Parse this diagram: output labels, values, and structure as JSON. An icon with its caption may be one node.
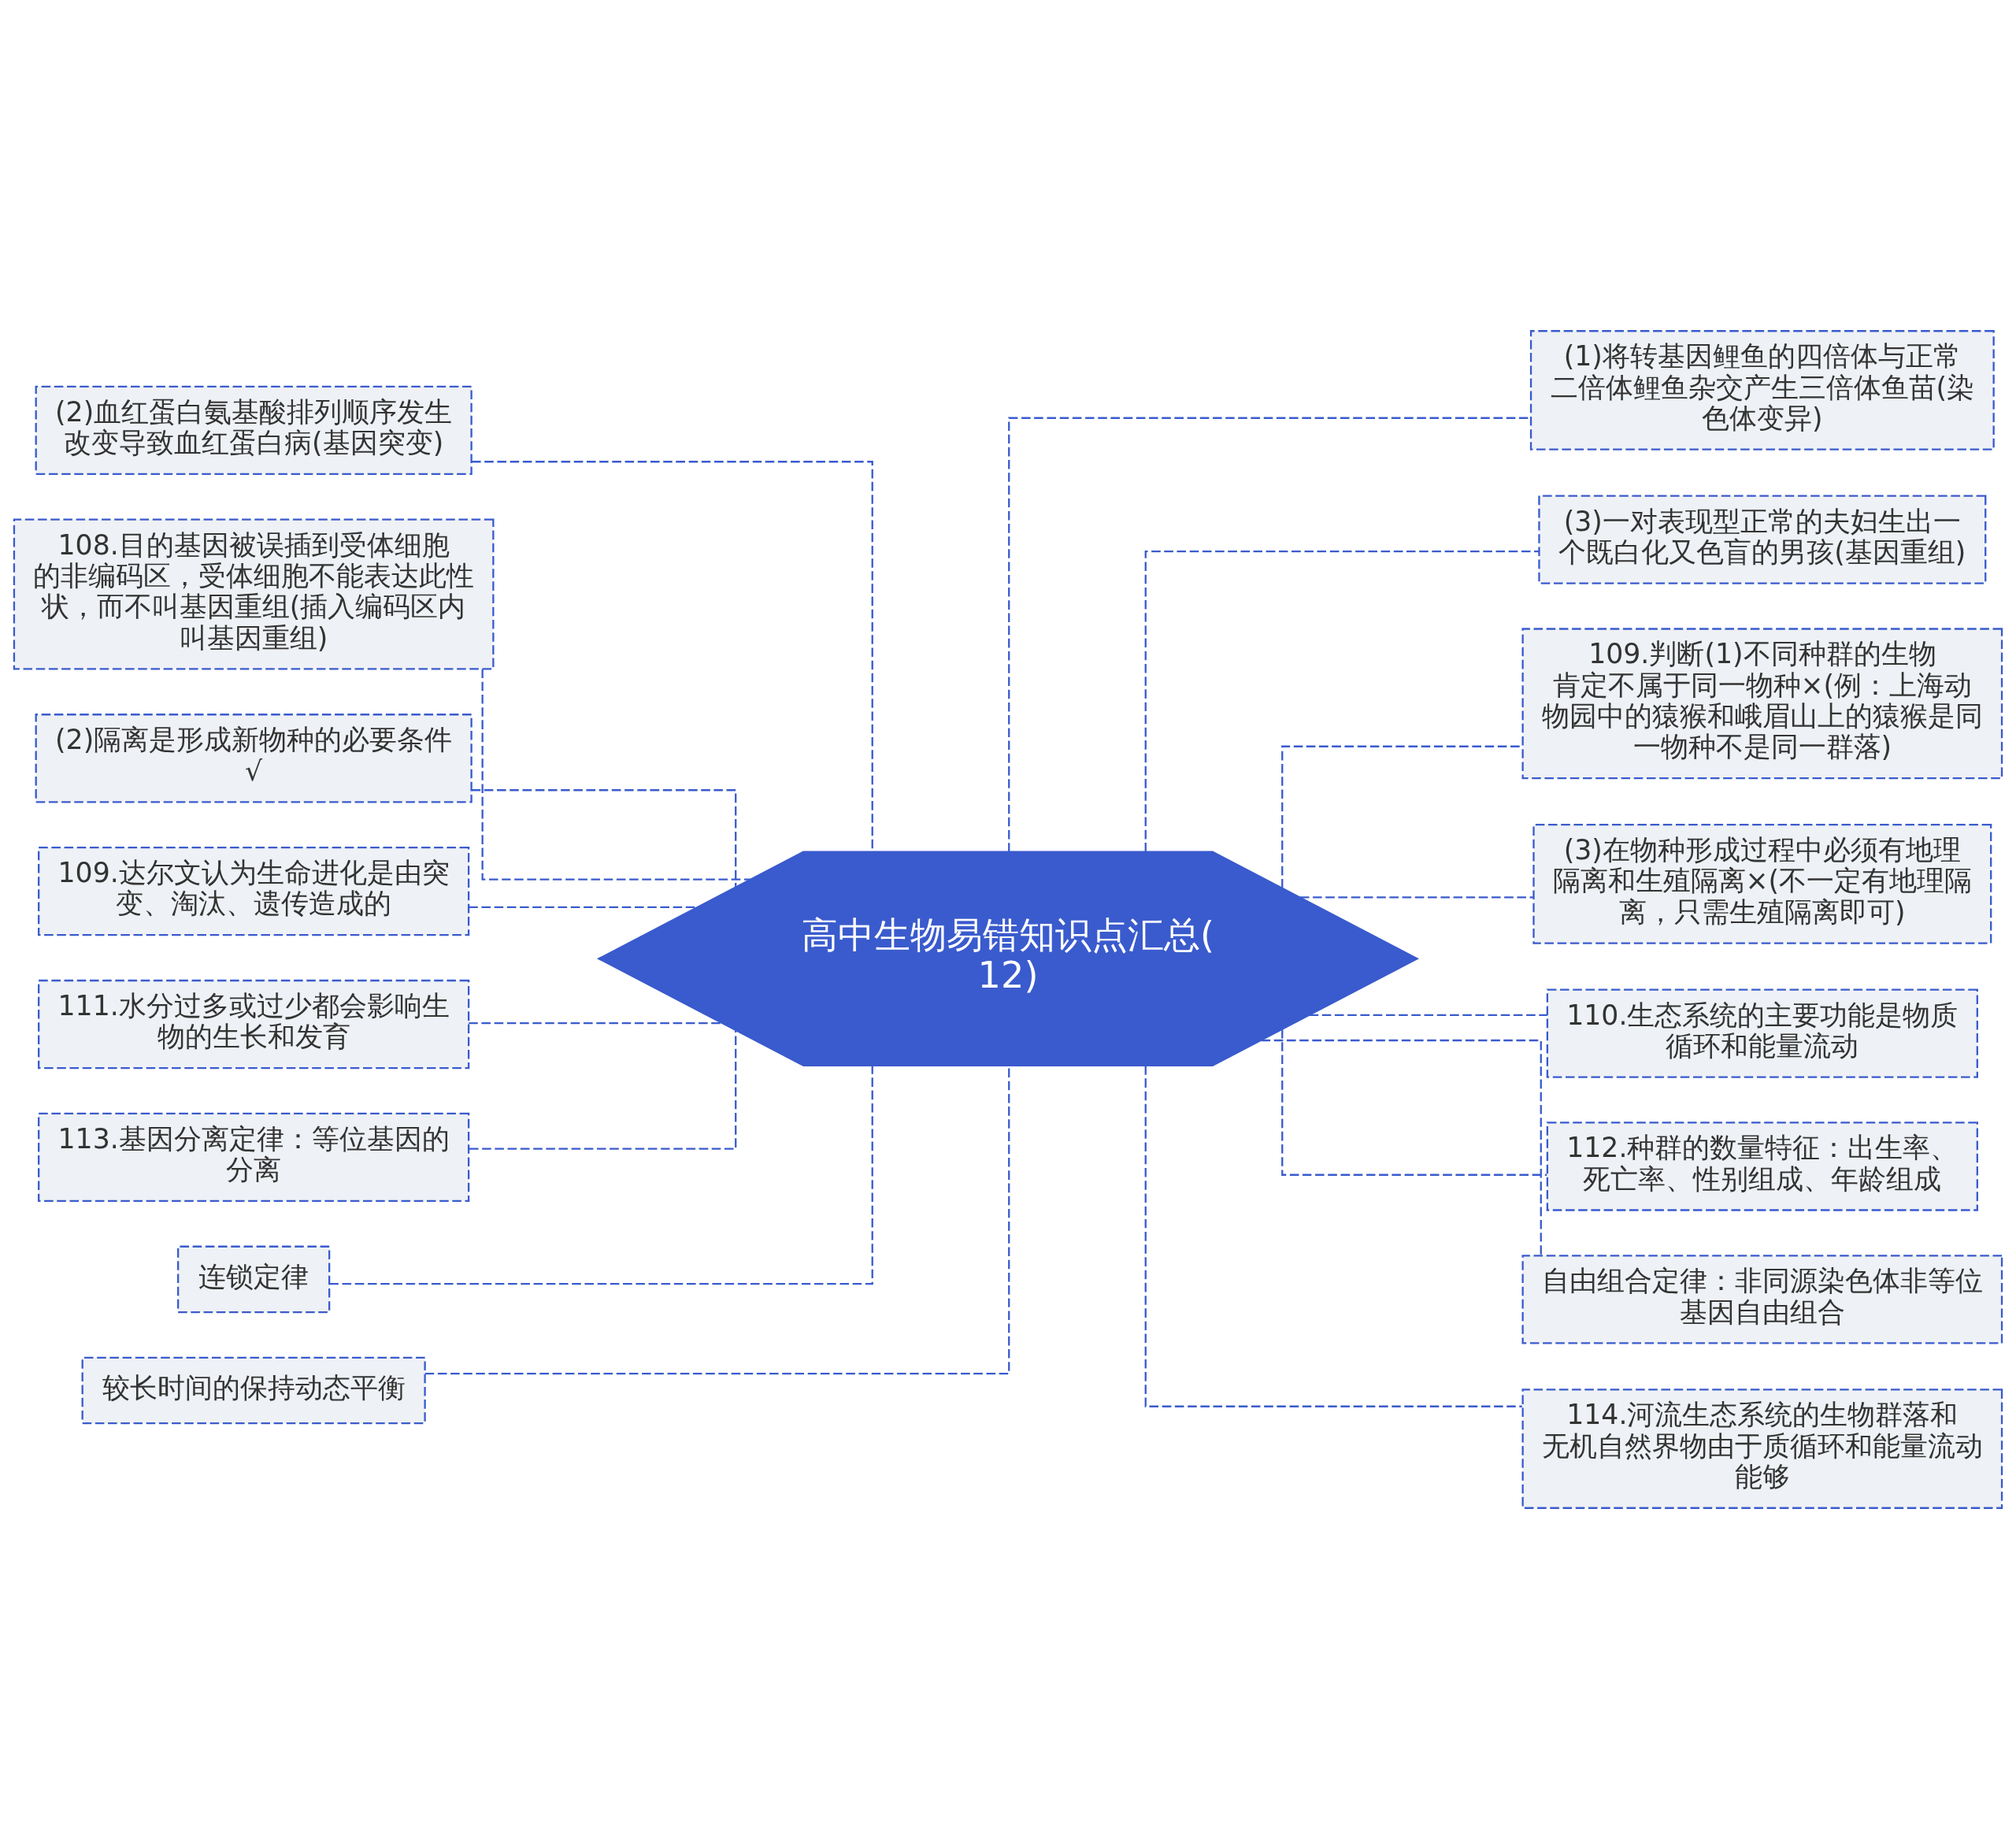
{
  "diagram": {
    "nodes": [
      {
        "text": [
          "高中生物易错知识点汇总(12)"
        ]
      },
      {
        "text": [
          "(2)血红蛋白氨基酸排列顺序发生改变导致血红蛋白病(基因突变)"
        ]
      },
      {
        "text": [
          "108.目的基因被误插到受体细胞的非编码区，受体细胞不能表达此性状，而不叫基因重组(插入编码区内叫基因重组)"
        ]
      },
      {
        "text": [
          "(2)隔离是形成新物种的必要条件√"
        ]
      },
      {
        "text": [
          "109.达尔文认为生命进化是由突变、淘汰、遗传造成的"
        ]
      },
      {
        "text": [
          "111.水分过多或过少都会影响生物的生长和发育"
        ]
      },
      {
        "text": [
          "113.基因分离定律：等位基因的分离"
        ]
      },
      {
        "text": [
          "连锁定律"
        ]
      },
      {
        "text": [
          "较长时间的保持动态平衡"
        ]
      },
      {
        "text": [
          "(1)将转基因鲤鱼的四倍体与正常二倍体鲤鱼杂交产生三倍体鱼苗(染色体变异)"
        ]
      },
      {
        "text": [
          "(3)一对表现型正常的夫妇生出一个既白化又色盲的男孩(基因重组)"
        ]
      },
      {
        "text": [
          "109.判断(1)不同种群的生物肯定不属于同一物种×(例：上海动物园中的猿猴和峨眉山上的猿猴是同一物种不是同一群落)"
        ]
      },
      {
        "text": [
          "(3)在物种形成过程中必须有地理隔离和生殖隔离×(不一定有地理隔离，只需生殖隔离即可)"
        ]
      },
      {
        "text": [
          "110.生态系统的主要功能是物质循环和能量流动"
        ]
      },
      {
        "text": [
          "112.种群的数量特征：出生率、死亡率、性别组成、年龄组成"
        ]
      },
      {
        "text": [
          "自由组合定律：非同源染色体非等位基因自由组合"
        ]
      },
      {
        "text": [
          "114.河流生态系统的生物群落和无机自然界物由于质循环和能量流动能够"
        ]
      }
    ],
    "edges": [
      {
        "from": 1,
        "to": 0,
        "arrow": "none",
        "style": "dashed"
      },
      {
        "from": 2,
        "to": 0,
        "arrow": "none",
        "style": "dashed"
      },
      {
        "from": 3,
        "to": 0,
        "arrow": "none",
        "style": "dashed"
      },
      {
        "from": 4,
        "to": 0,
        "arrow": "none",
        "style": "dashed"
      },
      {
        "from": 5,
        "to": 0,
        "arrow": "none",
        "style": "dashed"
      },
      {
        "from": 6,
        "to": 0,
        "arrow": "none",
        "style": "dashed"
      },
      {
        "from": 7,
        "to": 0,
        "arrow": "none",
        "style": "dashed"
      },
      {
        "from": 8,
        "to": 0,
        "arrow": "none",
        "style": "dashed"
      },
      {
        "from": 0,
        "to": 9,
        "arrow": "none",
        "style": "dashed"
      },
      {
        "from": 0,
        "to": 10,
        "arrow": "none",
        "style": "dashed"
      },
      {
        "from": 0,
        "to": 11,
        "arrow": "none",
        "style": "dashed"
      },
      {
        "from": 0,
        "to": 12,
        "arrow": "none",
        "style": "dashed"
      },
      {
        "from": 0,
        "to": 13,
        "arrow": "none",
        "style": "dashed"
      },
      {
        "from": 0,
        "to": 14,
        "arrow": "none",
        "style": "dashed"
      },
      {
        "from": 0,
        "to": 15,
        "arrow": "none",
        "style": "dashed"
      },
      {
        "from": 0,
        "to": 16,
        "arrow": "none",
        "style": "dashed"
      }
    ]
  }
}
